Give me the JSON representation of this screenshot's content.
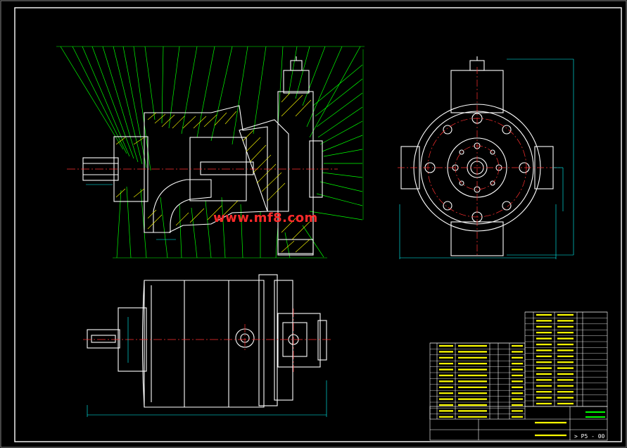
{
  "watermark": "www.mf8.com",
  "drawing_code": "> P5 - 00",
  "colors": {
    "background": "#000000",
    "outline": "#ffffff",
    "leader": "#00ff00",
    "centerline": "#ff3030",
    "hatch": "#ffff00",
    "dimension": "#00ffff",
    "watermark": "#ff2a2a"
  },
  "views": [
    "section-view",
    "end-view",
    "plan-view",
    "title-block"
  ]
}
